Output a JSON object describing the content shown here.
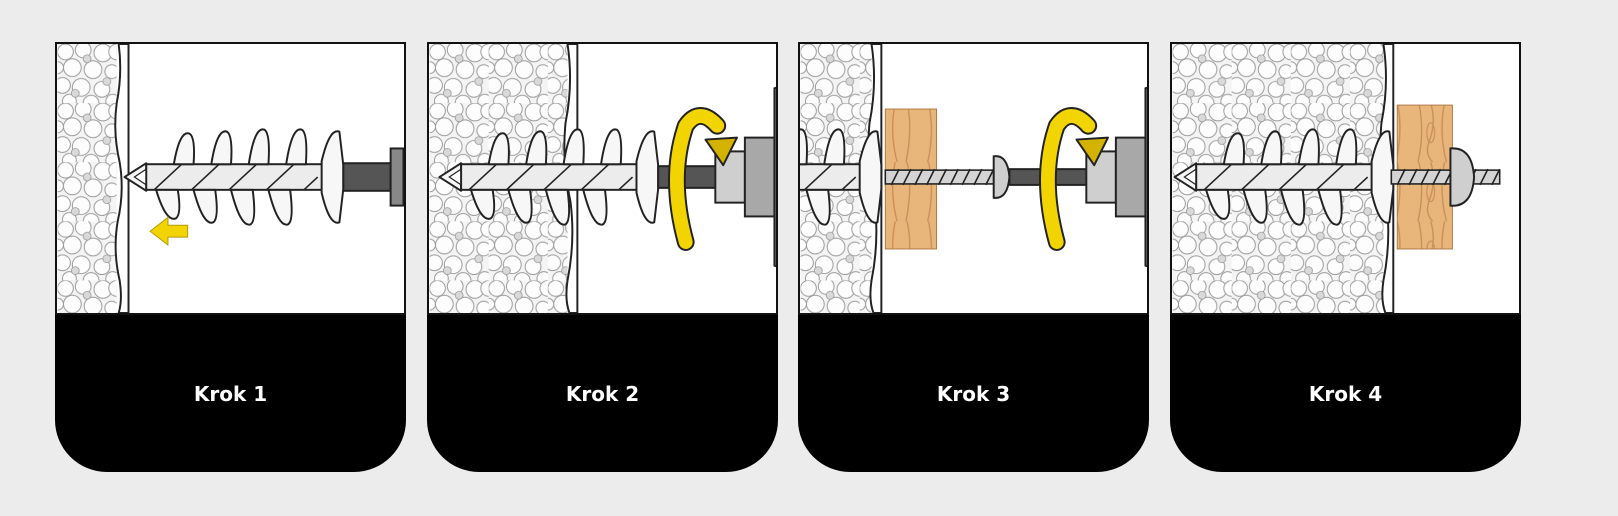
{
  "steps": [
    {
      "label": "Krok 1"
    },
    {
      "label": "Krok 2"
    },
    {
      "label": "Krok 3"
    },
    {
      "label": "Krok 4"
    }
  ],
  "colors": {
    "background": "#ececec",
    "panel": "#000000",
    "arrow": "#f2d400",
    "arrow_dark": "#b89a00",
    "wood": "#e8b67a",
    "wood_grain": "#c7905a",
    "metal": "#e3e3e3",
    "drill": "#7a7a7a"
  }
}
